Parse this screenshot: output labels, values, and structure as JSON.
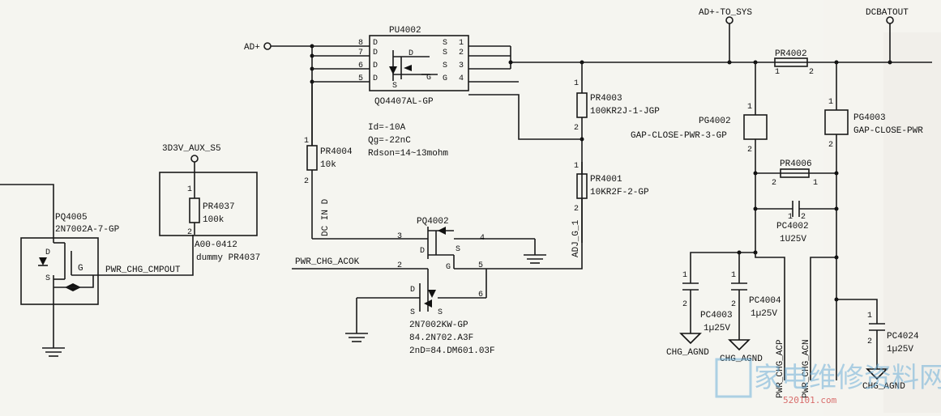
{
  "nets": {
    "ad_plus": "AD+",
    "ad_to_sys": "AD+-TO_SYS",
    "dcbatout": "DCBATOUT",
    "v3d3_aux": "3D3V_AUX_S5",
    "pwr_chg_cmpout": "PWR_CHG_CMPOUT",
    "pwr_chg_acok": "PWR_CHG_ACOK",
    "dc_in_d": "DC IN D",
    "adj_g1": "ADJ_G_1",
    "chg_agnd": "CHG_AGND",
    "pwr_chg_acp": "PWR_CHG_ACP",
    "pwr_chg_acn": "PWR_CHG_ACN"
  },
  "parts": {
    "pu4002": {
      "ref": "PU4002",
      "value": "QO4407AL-GP",
      "specs": [
        "Id=-10A",
        "Qg=-22nC",
        "Rdson=14~13mohm"
      ]
    },
    "pq4002": {
      "ref": "PQ4002",
      "value": "2N7002KW-GP",
      "notes": [
        "84.2N702.A3F",
        "2nD=84.DM601.03F"
      ]
    },
    "pq4005": {
      "ref": "PQ4005",
      "value": "2N7002A-7-GP"
    },
    "pr4037": {
      "ref": "PR4037",
      "value": "100k",
      "notes": [
        "A00-0412",
        "dummy PR4037"
      ]
    },
    "pr4004": {
      "ref": "PR4004",
      "value": "10k"
    },
    "pr4003": {
      "ref": "PR4003",
      "value": "100KR2J-1-JGP"
    },
    "pr4001": {
      "ref": "PR4001",
      "value": "10KR2F-2-GP"
    },
    "pr4002": {
      "ref": "PR4002"
    },
    "pg4002": {
      "ref": "PG4002",
      "value": "GAP-CLOSE-PWR-3-GP"
    },
    "pg4003": {
      "ref": "PG4003",
      "value": "GAP-CLOSE-PWR"
    },
    "pr4006": {
      "ref": "PR4006"
    },
    "pc4002": {
      "ref": "PC4002",
      "value": "1U25V"
    },
    "pc4003": {
      "ref": "PC4003",
      "value": "1µ25V"
    },
    "pc4004": {
      "ref": "PC4004",
      "value": "1µ25V"
    },
    "pc4024": {
      "ref": "PC4024",
      "value": "1µ25V"
    }
  },
  "pins": {
    "one": "1",
    "two": "2",
    "three": "3",
    "four": "4",
    "five": "5",
    "six": "6",
    "seven": "7",
    "eight": "8",
    "d": "D",
    "s": "S",
    "g": "G"
  },
  "watermark": {
    "text": "家电维修资料网",
    "url": "520101.com"
  }
}
